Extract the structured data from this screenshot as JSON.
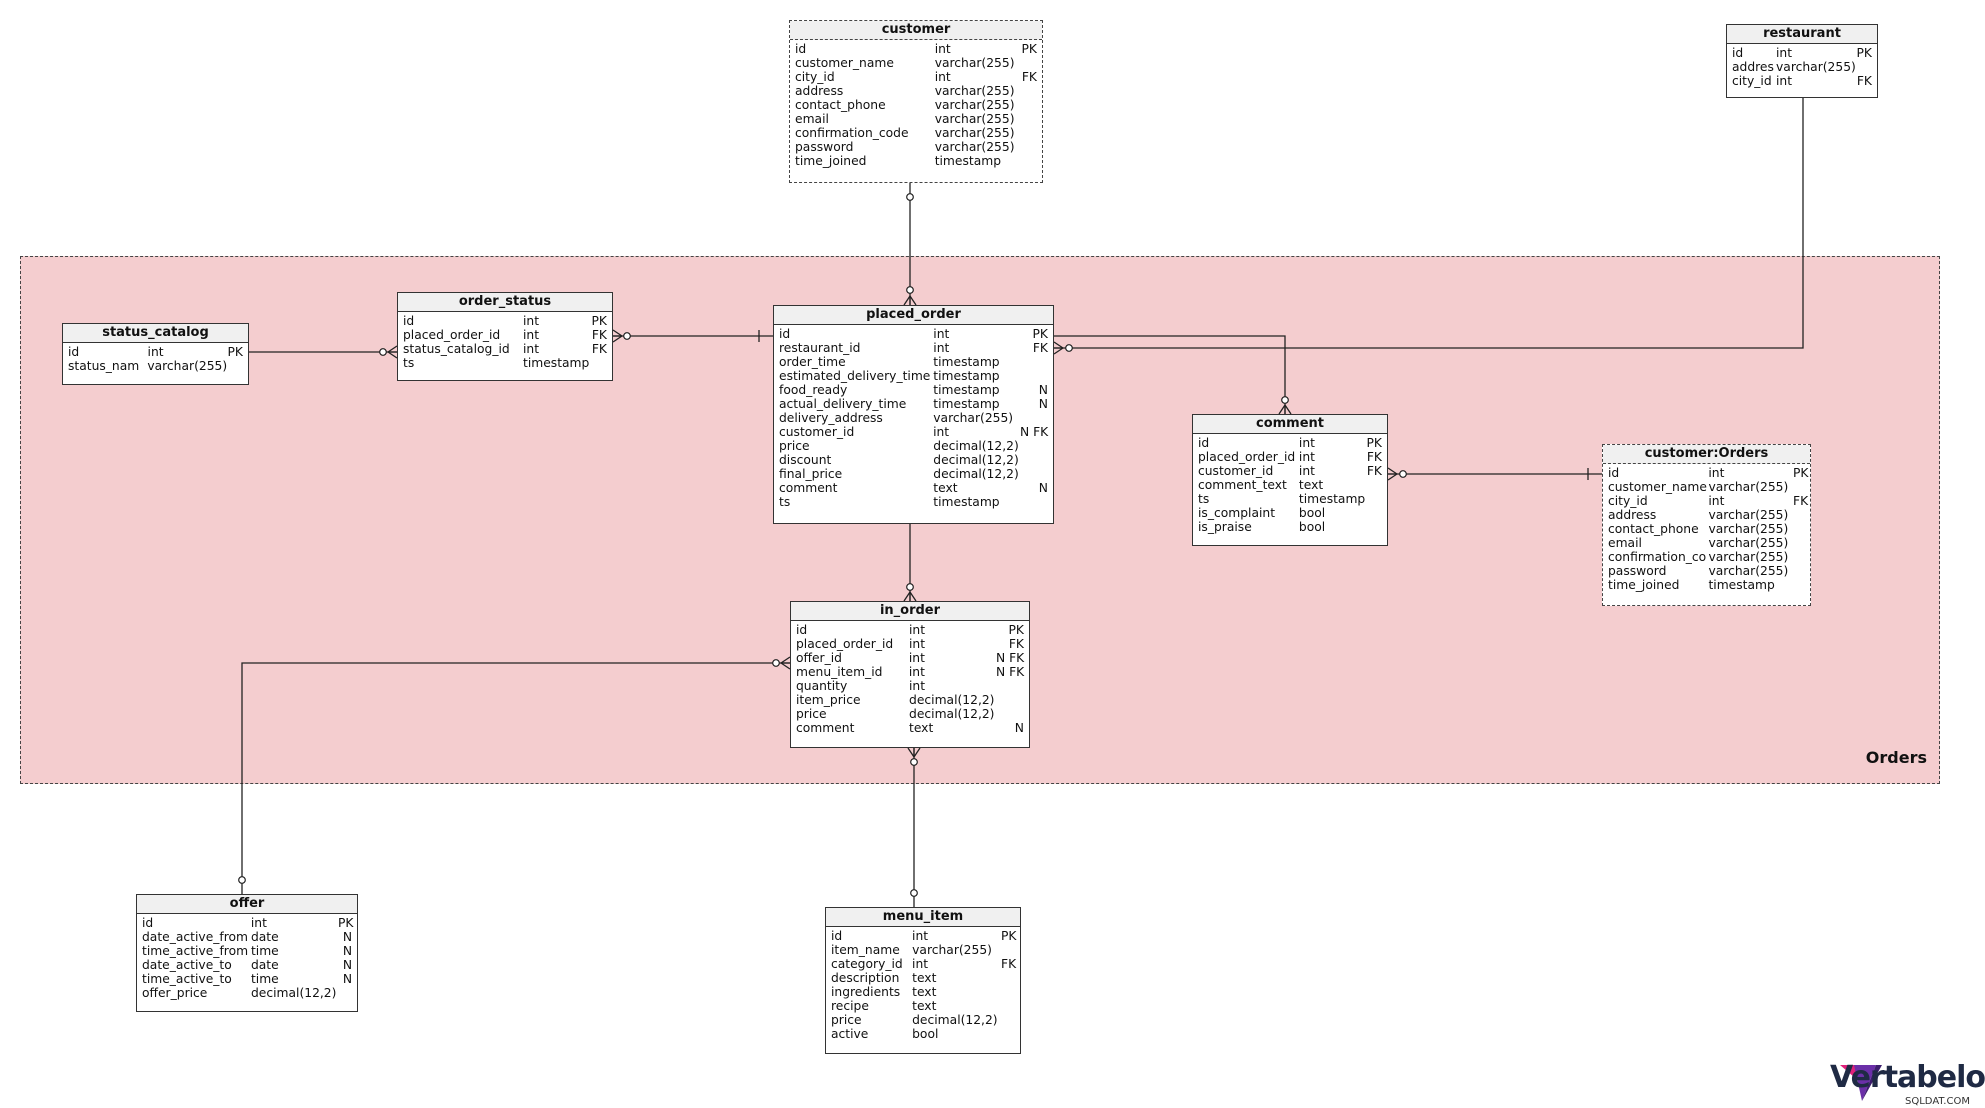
{
  "area": {
    "label": "Orders"
  },
  "tables": [
    {
      "id": "customer",
      "title": "customer",
      "dotted": true,
      "columns": [
        [
          "id",
          "int",
          "PK"
        ],
        [
          "customer_name",
          "varchar(255)",
          ""
        ],
        [
          "city_id",
          "int",
          "FK"
        ],
        [
          "address",
          "varchar(255)",
          ""
        ],
        [
          "contact_phone",
          "varchar(255)",
          ""
        ],
        [
          "email",
          "varchar(255)",
          ""
        ],
        [
          "confirmation_code",
          "varchar(255)",
          ""
        ],
        [
          "password",
          "varchar(255)",
          ""
        ],
        [
          "time_joined",
          "timestamp",
          ""
        ]
      ]
    },
    {
      "id": "restaurant",
      "title": "restaurant",
      "dotted": false,
      "columns": [
        [
          "id",
          "int",
          "PK"
        ],
        [
          "addres",
          "varchar(255)",
          ""
        ],
        [
          "city_id",
          "int",
          "FK"
        ]
      ]
    },
    {
      "id": "status_catalog",
      "title": "status_catalog",
      "dotted": false,
      "columns": [
        [
          "id",
          "int",
          "PK"
        ],
        [
          "status_nam",
          "varchar(255)",
          ""
        ]
      ]
    },
    {
      "id": "order_status",
      "title": "order_status",
      "dotted": false,
      "columns": [
        [
          "id",
          "int",
          "PK"
        ],
        [
          "placed_order_id",
          "int",
          "FK"
        ],
        [
          "status_catalog_id",
          "int",
          "FK"
        ],
        [
          "ts",
          "timestamp",
          ""
        ]
      ]
    },
    {
      "id": "placed_order",
      "title": "placed_order",
      "dotted": false,
      "columns": [
        [
          "id",
          "int",
          "PK"
        ],
        [
          "restaurant_id",
          "int",
          "FK"
        ],
        [
          "order_time",
          "timestamp",
          ""
        ],
        [
          "estimated_delivery_time",
          "timestamp",
          ""
        ],
        [
          "food_ready",
          "timestamp",
          "N"
        ],
        [
          "actual_delivery_time",
          "timestamp",
          "N"
        ],
        [
          "delivery_address",
          "varchar(255)",
          ""
        ],
        [
          "customer_id",
          "int",
          "N FK"
        ],
        [
          "price",
          "decimal(12,2)",
          ""
        ],
        [
          "discount",
          "decimal(12,2)",
          ""
        ],
        [
          "final_price",
          "decimal(12,2)",
          ""
        ],
        [
          "comment",
          "text",
          "N"
        ],
        [
          "ts",
          "timestamp",
          ""
        ]
      ]
    },
    {
      "id": "comment",
      "title": "comment",
      "dotted": false,
      "columns": [
        [
          "id",
          "int",
          "PK"
        ],
        [
          "placed_order_id",
          "int",
          "FK"
        ],
        [
          "customer_id",
          "int",
          "FK"
        ],
        [
          "comment_text",
          "text",
          ""
        ],
        [
          "ts",
          "timestamp",
          ""
        ],
        [
          "is_complaint",
          "bool",
          ""
        ],
        [
          "is_praise",
          "bool",
          ""
        ]
      ]
    },
    {
      "id": "customer_orders",
      "title": "customer:Orders",
      "dotted": true,
      "columns": [
        [
          "id",
          "int",
          "PK"
        ],
        [
          "customer_name",
          "varchar(255)",
          ""
        ],
        [
          "city_id",
          "int",
          "FK"
        ],
        [
          "address",
          "varchar(255)",
          ""
        ],
        [
          "contact_phone",
          "varchar(255)",
          ""
        ],
        [
          "email",
          "varchar(255)",
          ""
        ],
        [
          "confirmation_co",
          "varchar(255)",
          ""
        ],
        [
          "password",
          "varchar(255)",
          ""
        ],
        [
          "time_joined",
          "timestamp",
          ""
        ]
      ]
    },
    {
      "id": "in_order",
      "title": "in_order",
      "dotted": false,
      "columns": [
        [
          "id",
          "int",
          "PK"
        ],
        [
          "placed_order_id",
          "int",
          "FK"
        ],
        [
          "offer_id",
          "int",
          "N FK"
        ],
        [
          "menu_item_id",
          "int",
          "N FK"
        ],
        [
          "quantity",
          "int",
          ""
        ],
        [
          "item_price",
          "decimal(12,2)",
          ""
        ],
        [
          "price",
          "decimal(12,2)",
          ""
        ],
        [
          "comment",
          "text",
          "N"
        ]
      ]
    },
    {
      "id": "offer",
      "title": "offer",
      "dotted": false,
      "columns": [
        [
          "id",
          "int",
          "PK"
        ],
        [
          "date_active_from",
          "date",
          "N"
        ],
        [
          "time_active_from",
          "time",
          "N"
        ],
        [
          "date_active_to",
          "date",
          "N"
        ],
        [
          "time_active_to",
          "time",
          "N"
        ],
        [
          "offer_price",
          "decimal(12,2)",
          ""
        ]
      ]
    },
    {
      "id": "menu_item",
      "title": "menu_item",
      "dotted": false,
      "columns": [
        [
          "id",
          "int",
          "PK"
        ],
        [
          "item_name",
          "varchar(255)",
          ""
        ],
        [
          "category_id",
          "int",
          "FK"
        ],
        [
          "description",
          "text",
          ""
        ],
        [
          "ingredients",
          "text",
          ""
        ],
        [
          "recipe",
          "text",
          ""
        ],
        [
          "price",
          "decimal(12,2)",
          ""
        ],
        [
          "active",
          "bool",
          ""
        ]
      ]
    }
  ],
  "relationships": [
    {
      "from": "customer",
      "to": "placed_order",
      "from_end": "zero-or-one",
      "to_end": "zero-or-many"
    },
    {
      "from": "restaurant",
      "to": "placed_order",
      "from_end": "one",
      "to_end": "zero-or-many"
    },
    {
      "from": "status_catalog",
      "to": "order_status",
      "from_end": "one",
      "to_end": "zero-or-many"
    },
    {
      "from": "placed_order",
      "to": "order_status",
      "from_end": "one",
      "to_end": "zero-or-many"
    },
    {
      "from": "placed_order",
      "to": "comment",
      "from_end": "one",
      "to_end": "zero-or-many"
    },
    {
      "from": "customer_orders",
      "to": "comment",
      "from_end": "one",
      "to_end": "zero-or-many"
    },
    {
      "from": "placed_order",
      "to": "in_order",
      "from_end": "one",
      "to_end": "zero-or-many"
    },
    {
      "from": "offer",
      "to": "in_order",
      "from_end": "zero-or-one",
      "to_end": "zero-or-many"
    },
    {
      "from": "menu_item",
      "to": "in_order",
      "from_end": "zero-or-one",
      "to_end": "zero-or-many"
    }
  ],
  "logo": {
    "name": "Vertabelo",
    "sub": "SQLDAT.COM",
    "colors": [
      "#6b2fa8",
      "#e0217a",
      "#7d3fb4"
    ]
  }
}
